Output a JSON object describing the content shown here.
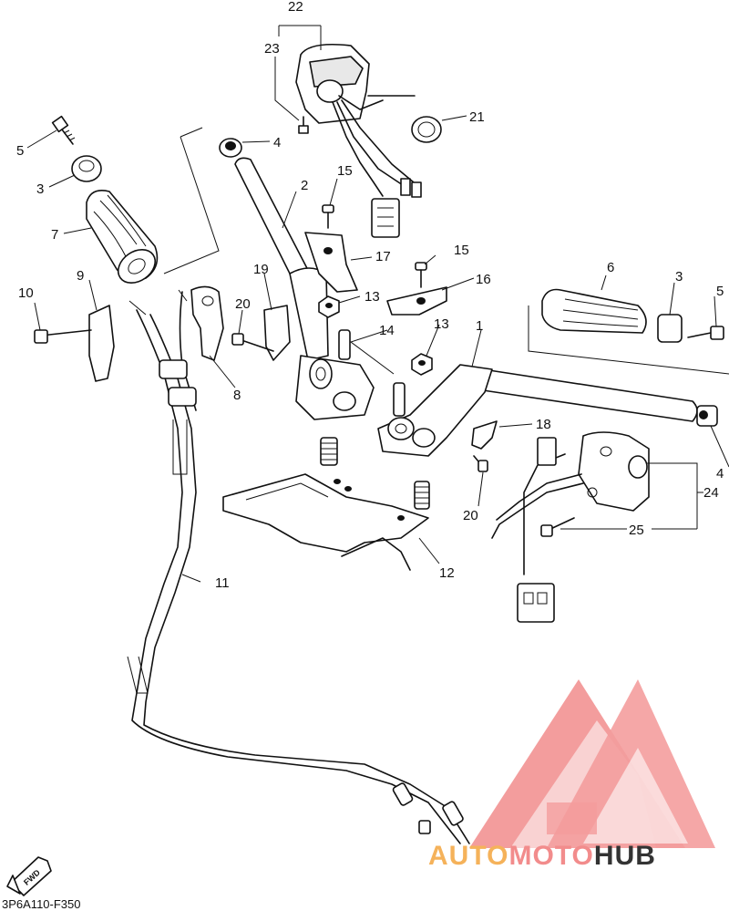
{
  "diagram": {
    "part_code": "3P6A110-F350",
    "fwd_label": "FWD",
    "callouts": {
      "c1": "1",
      "c2": "2",
      "c3_left": "3",
      "c3_right": "3",
      "c4_left": "4",
      "c4_right": "4",
      "c5_left": "5",
      "c5_right": "5",
      "c6": "6",
      "c7": "7",
      "c8": "8",
      "c9": "9",
      "c10": "10",
      "c11": "11",
      "c12": "12",
      "c13_upper": "13",
      "c13_lower": "13",
      "c14": "14",
      "c15_upper": "15",
      "c15_lower": "15",
      "c16": "16",
      "c17": "17",
      "c18": "18",
      "c19": "19",
      "c20_left": "20",
      "c20_lower": "20",
      "c21": "21",
      "c22": "22",
      "c23": "23",
      "c24": "24",
      "c25": "25"
    }
  },
  "watermark": {
    "text_part1": "AUTO",
    "text_part2": "MOTO",
    "text_part3": "HUB",
    "color_primary": "#f28c8c",
    "color_accent": "#f5b25a",
    "color_dark": "#333333"
  }
}
